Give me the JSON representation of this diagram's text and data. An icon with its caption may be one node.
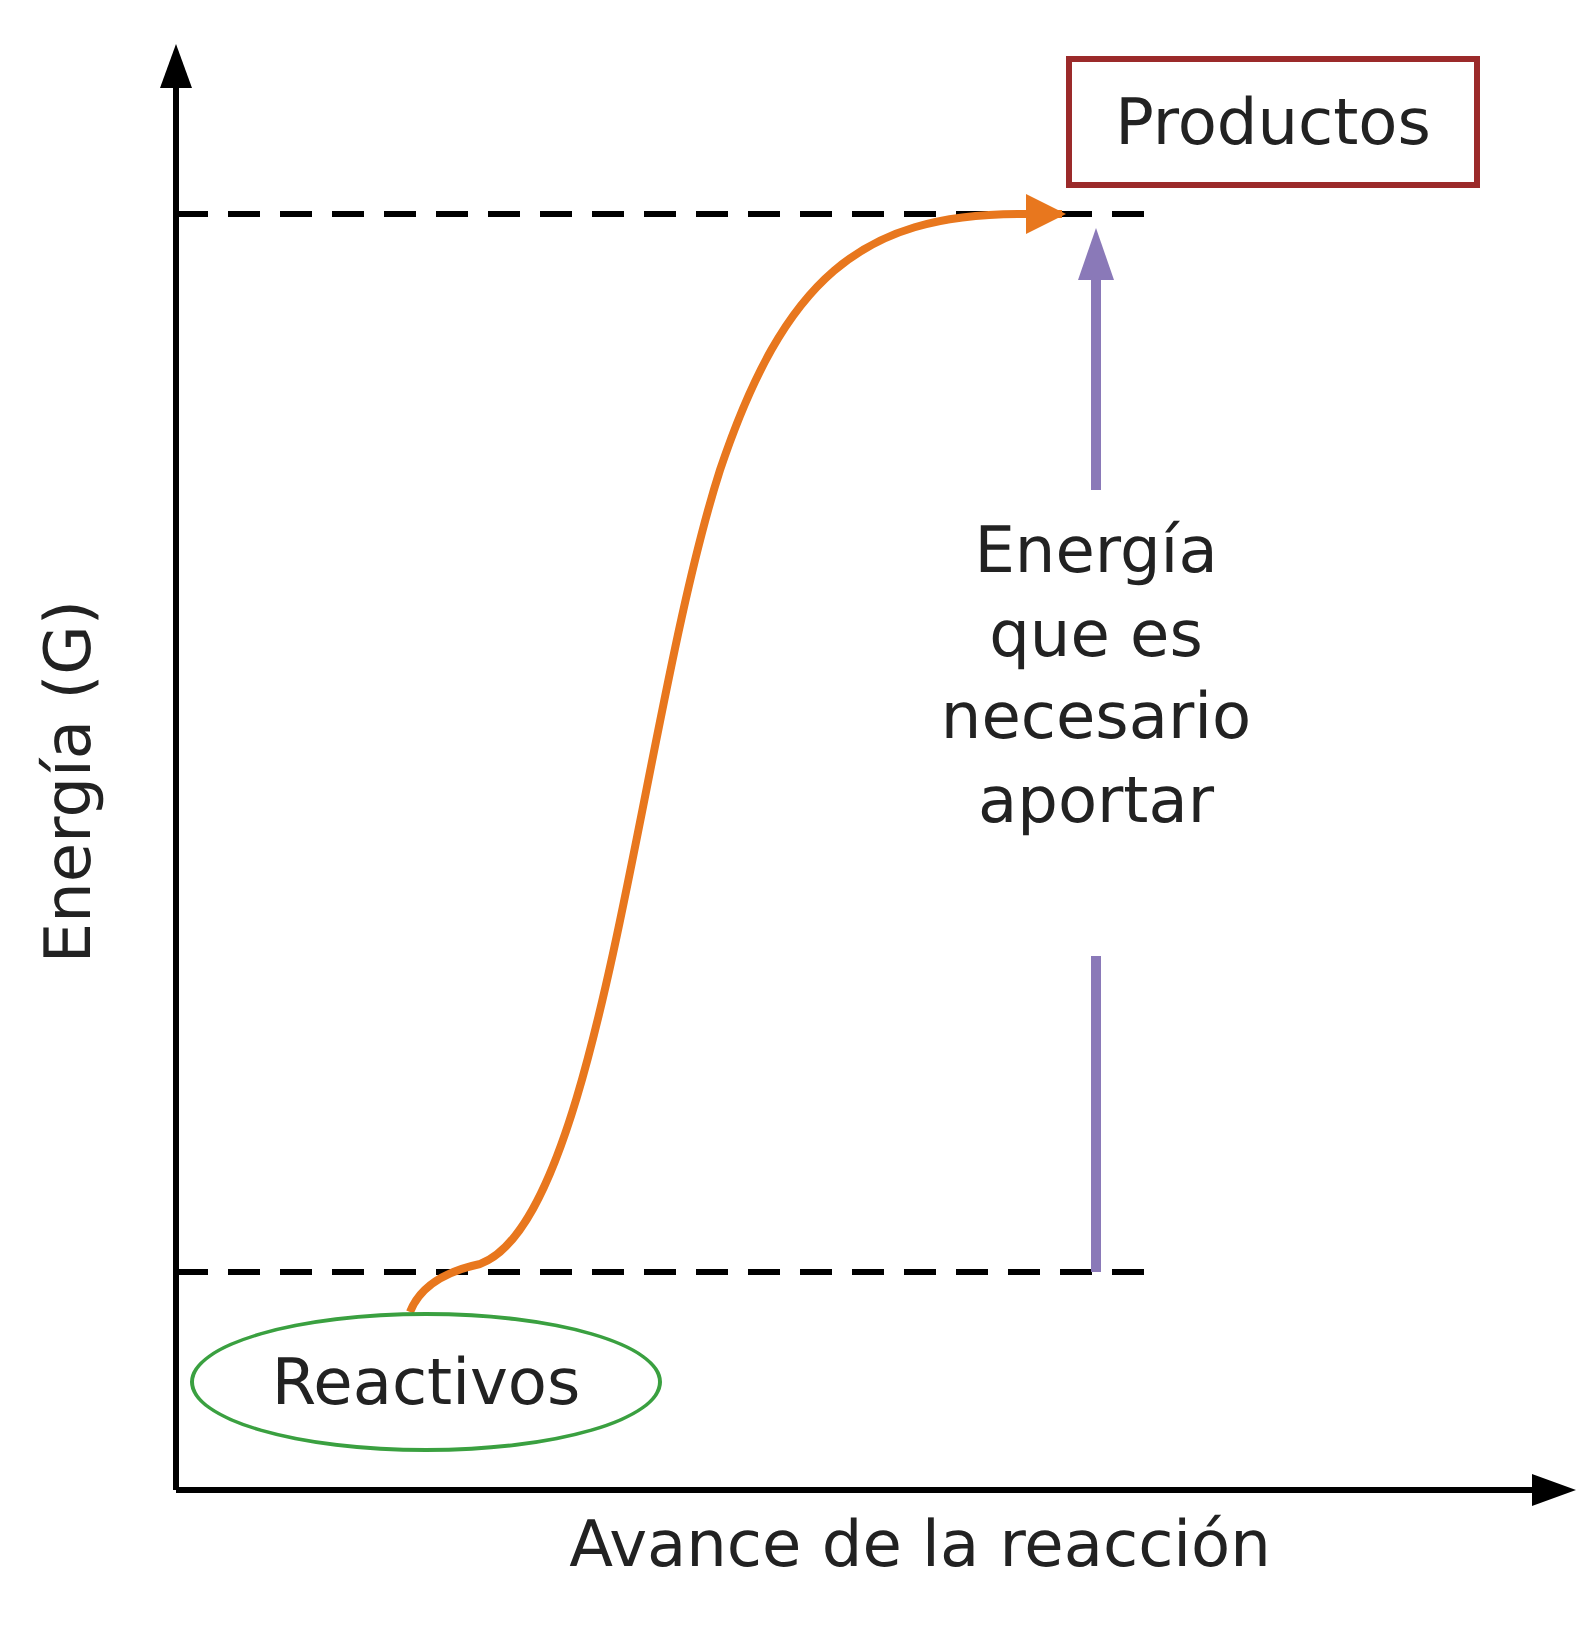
{
  "diagram": {
    "nodes": [
      {
        "text": [
          "Productos"
        ]
      },
      {
        "text": [
          "Reactivos"
        ]
      }
    ],
    "edges": [
      {
        "from": 1,
        "to": 0,
        "arrow": "to",
        "color": "#e8771e"
      }
    ],
    "labels": [
      "Energía que es necesario aportar",
      "Energía (G)",
      "Avance de la reacción"
    ]
  }
}
